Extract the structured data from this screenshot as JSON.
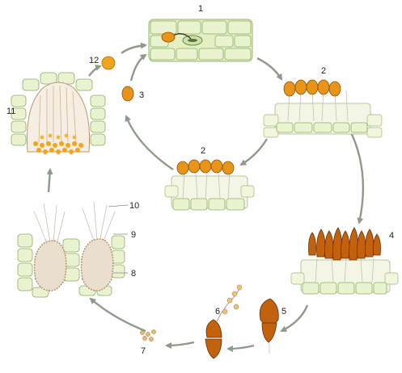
{
  "labels": {
    "l1": "1",
    "l2a": "2",
    "l2b": "2",
    "l3": "3",
    "l4": "4",
    "l5": "5",
    "l6": "6",
    "l7": "7",
    "l8": "8",
    "l9": "9",
    "l10": "10",
    "l11": "11",
    "l12": "12"
  },
  "colors": {
    "tissue_fill": "#eaf3cf",
    "tissue_stroke": "#8fae6a",
    "urediospore": "#e79418",
    "teliospore": "#c2620e",
    "aecium": "#f0a51c",
    "arrow": "#8f9a8a"
  }
}
